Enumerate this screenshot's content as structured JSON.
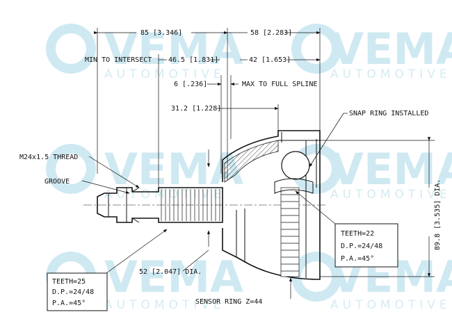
{
  "watermark": {
    "brand": "VEMA",
    "sub": "AUTOMOTIVE"
  },
  "dimensions": {
    "overall_left": "85 [3.346]",
    "overall_right": "58 [2.283]",
    "min_to_intersect_label": "MIN TO INTERSECT",
    "min_to_intersect": "46.5 [1.831]",
    "max_to_spline_value": "42 [1.653]",
    "six_value": "6 [.236]",
    "max_to_spline_label": "MAX TO FULL SPLINE",
    "thirtyone": "31.2 [1.228]",
    "dia_52": "52 [2.047] DIA.",
    "dia_898": "89.8 [3.535] DIA."
  },
  "labels": {
    "thread": "M24x1.5 THREAD",
    "groove": "GROOVE",
    "snap_ring": "SNAP RING INSTALLED",
    "sensor_ring": "SENSOR RING Z=44"
  },
  "spec_left": {
    "teeth": "TEETH=25",
    "dp": "D.P.=24/48",
    "pa": "P.A.=45°"
  },
  "spec_right": {
    "teeth": "TEETH=22",
    "dp": "D.P.=24/48",
    "pa": "P.A.=45°"
  }
}
